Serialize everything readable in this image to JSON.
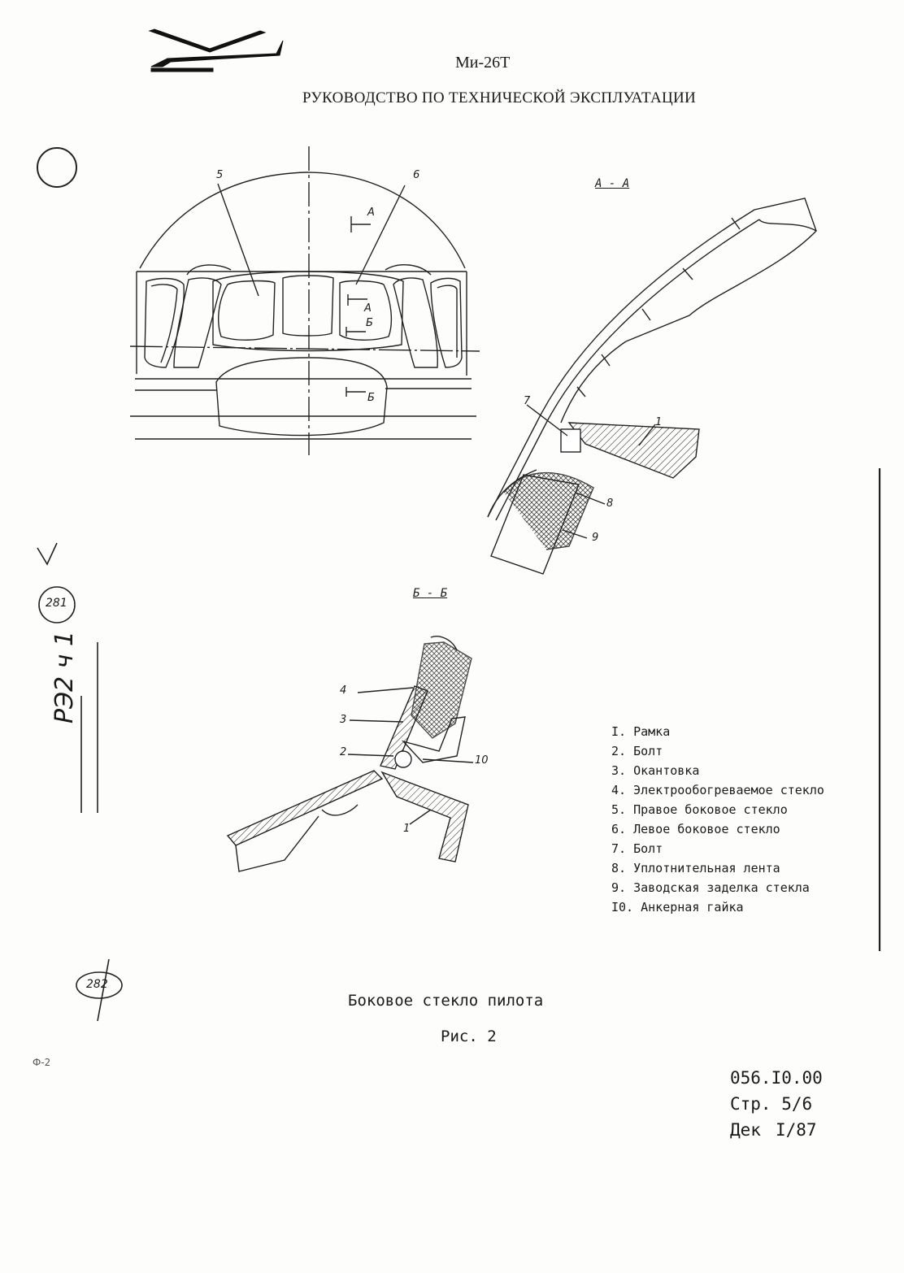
{
  "header": {
    "model": "Ми-26Т",
    "title": "РУКОВОДСТВО ПО ТЕХНИЧЕСКОЙ ЭКСПЛУАТАЦИИ"
  },
  "view": {
    "callouts": {
      "c5": "5",
      "c6": "6",
      "a1": "А",
      "a2": "А",
      "b1": "Б",
      "b2": "Б"
    }
  },
  "section_aa": {
    "label": "А - А",
    "callouts": {
      "c1": "1",
      "c7": "7",
      "c8": "8",
      "c9": "9"
    }
  },
  "section_bb": {
    "label": "Б - Б",
    "callouts": {
      "c1": "1",
      "c2": "2",
      "c3": "3",
      "c4": "4",
      "c10": "10"
    }
  },
  "legend": [
    "I. Рамка",
    "2. Болт",
    "3. Окантовка",
    "4. Электрообогреваемое стекло",
    "5. Правое боковое стекло",
    "6. Левое боковое стекло",
    "7. Болт",
    "8. Уплотнительная лента",
    "9. Заводская заделка стекла",
    "I0. Анкерная гайка"
  ],
  "caption": "Боковое стекло пилота",
  "figure": "Рис. 2",
  "doc": {
    "number": "056.I0.00",
    "page_label": "Стр.",
    "page": "5/6",
    "dek_label": "Дек",
    "dek": "I/87"
  },
  "margin": {
    "handwritten_code": "РЭ2 ч 1",
    "stamp1": "281",
    "stamp2": "282",
    "note": "Ф-2"
  }
}
